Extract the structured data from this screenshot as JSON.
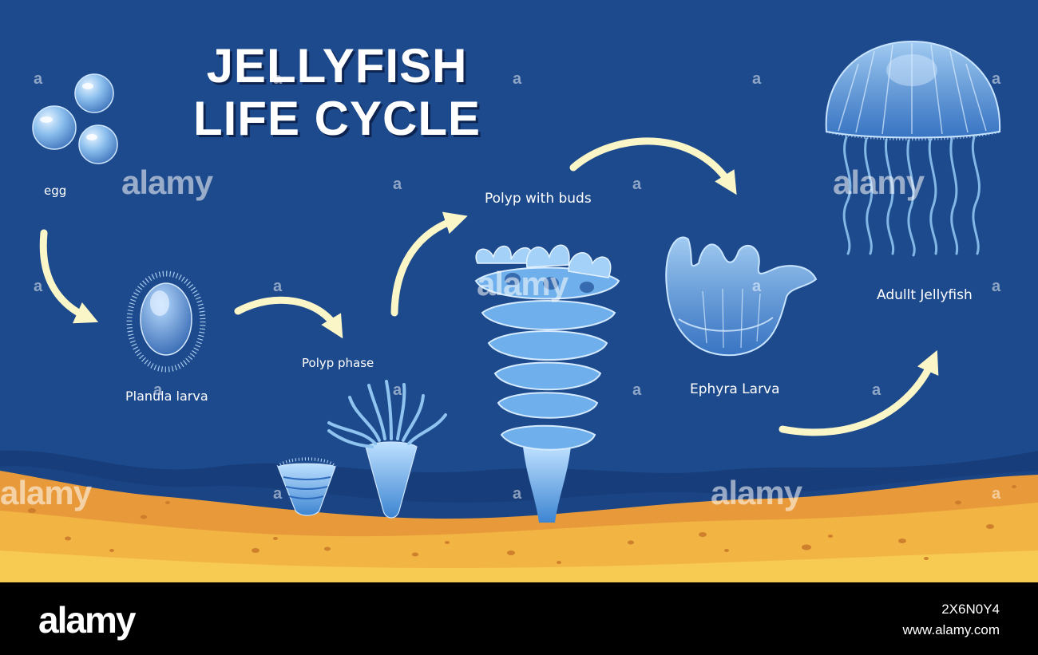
{
  "diagram": {
    "title_line1": "JELLYFISH",
    "title_line2": "LIFE CYCLE",
    "stages": {
      "egg": "egg",
      "planula": "Planula larva",
      "polyp": "Polyp phase",
      "polyp_buds": "Polyp with buds",
      "ephyra": "Ephyra Larva",
      "adult": "Adullt Jellyfish"
    }
  },
  "watermark": {
    "brand": "alamy",
    "mark": "a"
  },
  "footer": {
    "logo": "alamy",
    "image_id": "2X6N0Y4",
    "url": "www.alamy.com"
  },
  "colors": {
    "ocean": "#1d4a8c",
    "sand": "#f0b24a",
    "arrow": "#fbf6c8",
    "creature_light": "#a9d4f3",
    "creature_mid": "#4f93d6"
  }
}
